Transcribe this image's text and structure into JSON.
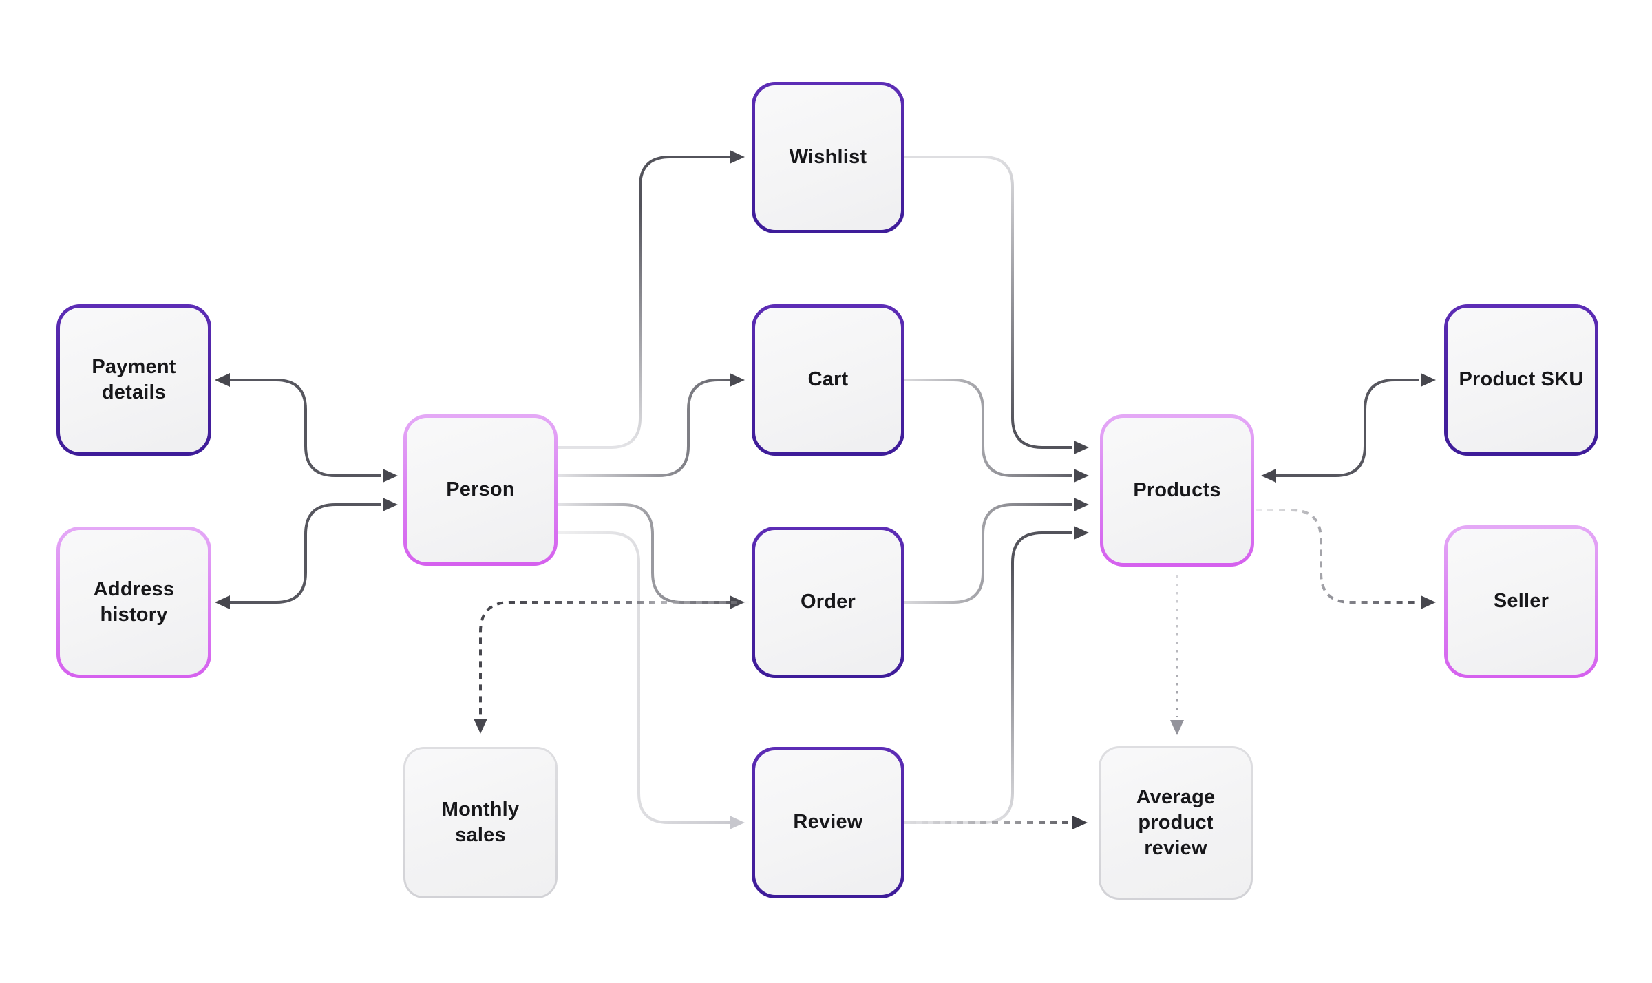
{
  "diagram": {
    "title": "",
    "nodes": [
      {
        "id": "payment-details",
        "label": "Payment details",
        "style": "indigo"
      },
      {
        "id": "address-history",
        "label": "Address history",
        "style": "pink"
      },
      {
        "id": "person",
        "label": "Person",
        "style": "pink"
      },
      {
        "id": "monthly-sales",
        "label": "Monthly sales",
        "style": "gray"
      },
      {
        "id": "wishlist",
        "label": "Wishlist",
        "style": "indigo"
      },
      {
        "id": "cart",
        "label": "Cart",
        "style": "indigo"
      },
      {
        "id": "order",
        "label": "Order",
        "style": "indigo"
      },
      {
        "id": "review",
        "label": "Review",
        "style": "indigo"
      },
      {
        "id": "products",
        "label": "Products",
        "style": "pink"
      },
      {
        "id": "average-product-review",
        "label": "Average product review",
        "style": "gray"
      },
      {
        "id": "product-sku",
        "label": "Product SKU",
        "style": "indigo"
      },
      {
        "id": "seller",
        "label": "Seller",
        "style": "pink"
      }
    ],
    "edges": [
      {
        "id": "person-payment-details",
        "from": "person",
        "to": "payment-details",
        "line": "solid",
        "arrows": "both"
      },
      {
        "id": "person-address-history",
        "from": "person",
        "to": "address-history",
        "line": "solid",
        "arrows": "both"
      },
      {
        "id": "person-wishlist",
        "from": "person",
        "to": "wishlist",
        "line": "solid",
        "arrows": "end"
      },
      {
        "id": "person-cart",
        "from": "person",
        "to": "cart",
        "line": "solid",
        "arrows": "end"
      },
      {
        "id": "person-order",
        "from": "person",
        "to": "order",
        "line": "solid",
        "arrows": "end"
      },
      {
        "id": "person-review",
        "from": "person",
        "to": "review",
        "line": "solid",
        "arrows": "end"
      },
      {
        "id": "wishlist-products",
        "from": "wishlist",
        "to": "products",
        "line": "solid",
        "arrows": "end"
      },
      {
        "id": "cart-products",
        "from": "cart",
        "to": "products",
        "line": "solid",
        "arrows": "end"
      },
      {
        "id": "order-products",
        "from": "order",
        "to": "products",
        "line": "solid",
        "arrows": "end"
      },
      {
        "id": "review-products",
        "from": "review",
        "to": "products",
        "line": "solid",
        "arrows": "end"
      },
      {
        "id": "products-product-sku",
        "from": "products",
        "to": "product-sku",
        "line": "solid",
        "arrows": "both"
      },
      {
        "id": "products-seller",
        "from": "products",
        "to": "seller",
        "line": "dashed",
        "arrows": "end"
      },
      {
        "id": "products-average-product-review",
        "from": "products",
        "to": "average-product-review",
        "line": "dotted",
        "arrows": "end"
      },
      {
        "id": "review-average-product-review",
        "from": "review",
        "to": "average-product-review",
        "line": "dashed",
        "arrows": "end"
      },
      {
        "id": "order-monthly-sales",
        "from": "order",
        "to": "monthly-sales",
        "line": "dashed",
        "arrows": "end"
      }
    ],
    "colors": {
      "background": "#ffffff",
      "indigo_border": "#48219f",
      "pink_border": "#da82f2",
      "gray_border": "#d7d7da",
      "node_fill": "#f4f4f5",
      "node_text": "#17171a",
      "edge_dark": "#53535b",
      "edge_light": "#c7c7cd",
      "arrow_dark": "#47474e",
      "arrow_light": "#c7c7cd"
    }
  }
}
